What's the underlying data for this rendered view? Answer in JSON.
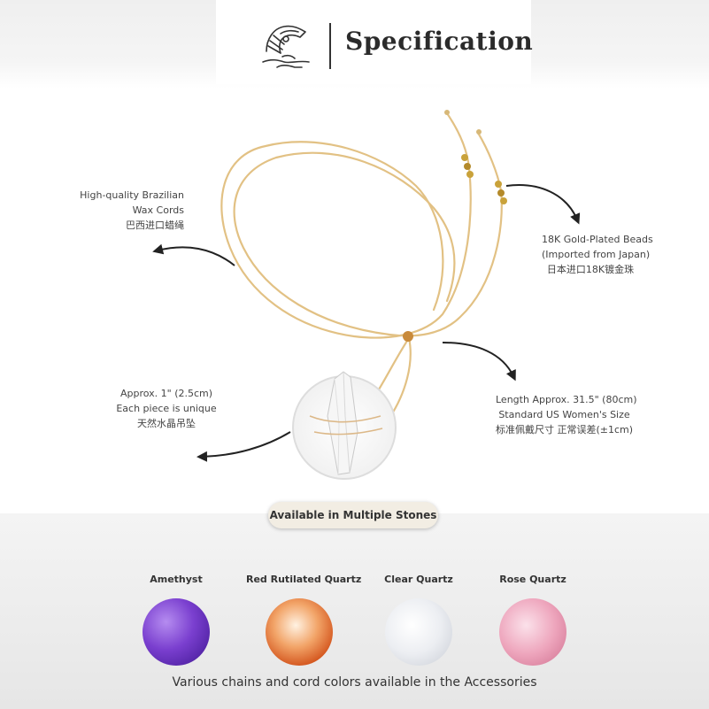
{
  "header": {
    "title": "Specification",
    "logo_icon": "bird-logo-icon"
  },
  "annotations": {
    "wax_cords": {
      "line1": "High-quality Brazilian",
      "line2": "Wax Cords",
      "line3": "巴西进口蜡绳"
    },
    "beads": {
      "line1": "18K Gold-Plated Beads",
      "line2": "(Imported from Japan)",
      "line3": "日本进口18K镀金珠"
    },
    "length": {
      "line1": "Length Approx. 31.5\" (80cm)",
      "line2": "Standard US Women's Size",
      "line3": "标准佩戴尺寸 正常误差(±1cm)"
    },
    "approx": {
      "line1": "Approx. 1\" (2.5cm)",
      "line2": "Each piece is unique",
      "line3": "天然水晶吊坠"
    }
  },
  "stones_section": {
    "heading": "Available in Multiple Stones",
    "stones": [
      {
        "name": "Amethyst",
        "color": "#7a3fcf"
      },
      {
        "name": "Red Rutilated Quartz",
        "color": "#e07a3a"
      },
      {
        "name": "Clear Quartz",
        "color": "#e8e8ec"
      },
      {
        "name": "Rose Quartz",
        "color": "#e79ab2"
      }
    ]
  },
  "footer": {
    "text": "Various chains and cord colors available in the Accessories"
  },
  "colors": {
    "cord": "#e5c48b",
    "bead_gold": "#c9a23a",
    "arrow": "#222222"
  }
}
